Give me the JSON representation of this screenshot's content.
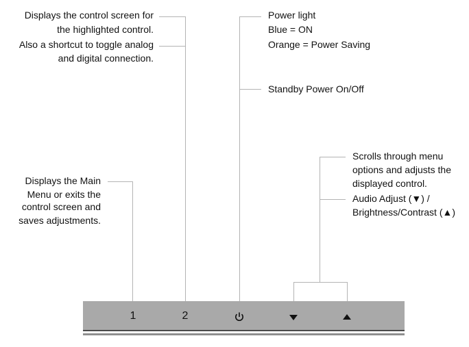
{
  "annotations": {
    "control_screen": "Displays the control screen for the highlighted control.",
    "control_screen_l1": "Displays the control screen for",
    "control_screen_l2": "the highlighted control.",
    "shortcut_l1": "Also a shortcut to toggle analog",
    "shortcut_l2": "and digital connection.",
    "power_light_title": "Power light",
    "power_light_blue": "Blue = ON",
    "power_light_orange": "Orange = Power Saving",
    "standby": "Standby Power On/Off",
    "main_menu_l1": "Displays the Main",
    "main_menu_l2": "Menu or exits the",
    "main_menu_l3": "control screen and",
    "main_menu_l4": "saves adjustments.",
    "scrolls_l1": "Scrolls through menu",
    "scrolls_l2": "options and adjusts the",
    "scrolls_l3": "displayed control.",
    "audio_l1": "Audio Adjust (▼) /",
    "audio_l2": "Brightness/Contrast  (▲)"
  },
  "buttons": {
    "btn1_label": "1",
    "btn2_label": "2",
    "power_icon": "power-icon",
    "down_icon": "down-arrow-icon",
    "up_icon": "up-arrow-icon"
  },
  "colors": {
    "panel": "#a9a9a9",
    "leader_line": "#b3b3b3",
    "text": "#111111"
  }
}
